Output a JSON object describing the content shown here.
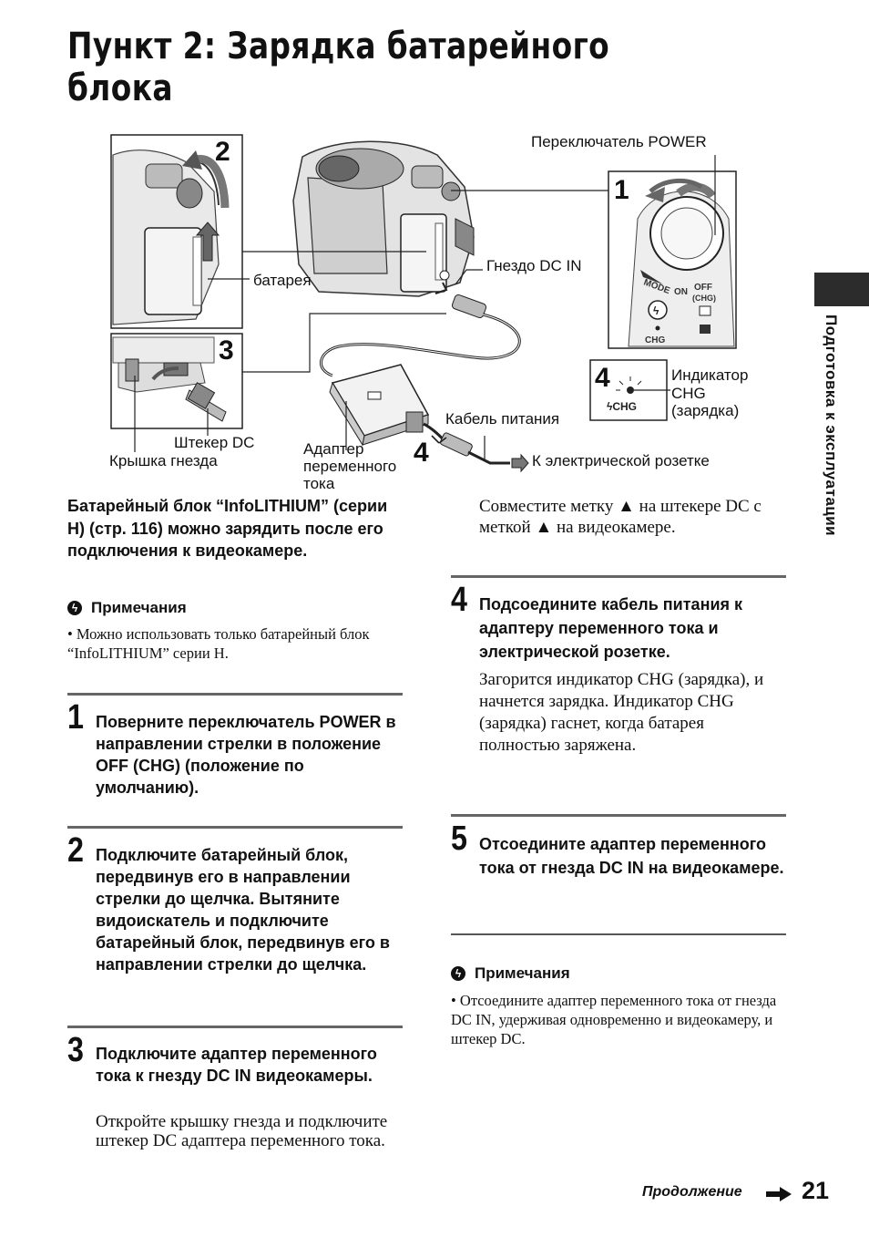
{
  "title": "Пункт 2: Зарядка батарейного блока",
  "side_tab": {
    "text": "Подготовка к эксплуатации"
  },
  "figure": {
    "labels": {
      "power_switch": "Переключатель POWER",
      "battery": "батарея",
      "dc_in_jack": "Гнездо DC IN",
      "chg_indicator_line1": "Индикатор",
      "chg_indicator_line2": "CHG",
      "chg_indicator_line3": "(зарядка)",
      "power_cord": "Кабель питания",
      "dc_plug": "Штекер DC",
      "jack_cover": "Крышка гнезда",
      "adapter_line1": "Адаптер",
      "adapter_line2": "переменного",
      "adapter_line3": "тока",
      "wall_outlet": "К электрической розетке"
    },
    "badges": {
      "step1": "1",
      "step2": "2",
      "step3": "3",
      "step4a": "4",
      "step4b": "4"
    },
    "dial": {
      "mode": "MODE",
      "on": "ON",
      "off": "OFF",
      "chg": "(CHG)",
      "chg_small": "CHG"
    }
  },
  "intro": "Батарейный блок “InfoLITHIUM” (серии H) (стр. 116) можно зарядить после его подключения к видеокамере.",
  "notes1": {
    "heading": "Примечания",
    "items": [
      "• Можно использовать только батарейный блок “InfoLITHIUM” серии H."
    ]
  },
  "steps": [
    {
      "num": "1",
      "text": "Поверните переключатель POWER в направлении стрелки в положение OFF (CHG) (положение по умолчанию).",
      "body": ""
    },
    {
      "num": "2",
      "text": "Подключите батарейный блок, передвинув его в направлении стрелки до щелчка. Вытяните видоискатель и подключите батарейный блок, передвинув его в направлении стрелки до щелчка.",
      "body": ""
    },
    {
      "num": "3",
      "text": "Подключите адаптер переменного тока к гнезду DC IN видеокамеры.",
      "body": "Откройте крышку гнезда и подключите штекер DC адаптера переменного тока."
    },
    {
      "num": "",
      "text": "",
      "body": "Совместите метку ▲ на штекере DC с меткой ▲ на видеокамере."
    },
    {
      "num": "4",
      "text": "Подсоедините кабель питания к адаптеру переменного тока и электрической розетке.",
      "body": "Загорится индикатор CHG (зарядка), и начнется зарядка. Индикатор CHG (зарядка) гаснет, когда батарея полностью заряжена."
    },
    {
      "num": "5",
      "text": "Отсоедините адаптер переменного тока от гнезда DC IN на видеокамере.",
      "body": ""
    }
  ],
  "notes2": {
    "heading": "Примечания",
    "items": [
      "• Отсоедините адаптер переменного тока от гнезда DC IN, удерживая одновременно и видеокамеру, и штекер DC."
    ]
  },
  "footer": {
    "continued": "Продолжение",
    "page": "21"
  }
}
